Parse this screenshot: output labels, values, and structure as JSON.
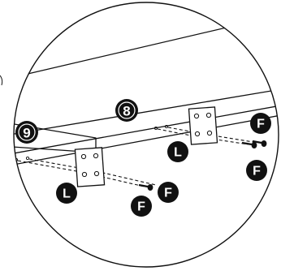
{
  "labels": {
    "part_8": "8",
    "part_9": "9",
    "bracket": "L",
    "screw": "F"
  }
}
